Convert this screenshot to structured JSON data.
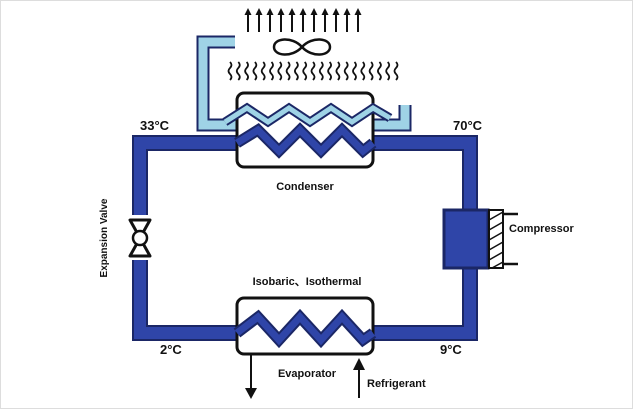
{
  "labels": {
    "temp_top_left": "33°C",
    "temp_top_right": "70°C",
    "temp_bottom_left": "2°C",
    "temp_bottom_right": "9°C",
    "condenser": "Condenser",
    "compressor": "Compressor",
    "expansion_valve": "Expansion Valve",
    "process_note": "Isobaric、Isothermal",
    "evaporator": "Evaporator",
    "refrigerant": "Refrigerant"
  },
  "colors": {
    "refrigerant_pipe": "#2f45a8",
    "pipe_outline": "#1b2766",
    "water_pipe": "#9fd3e6",
    "outline": "#111111",
    "background": "#ffffff"
  },
  "icons": {
    "fan": "fan-icon",
    "heat_waves": "heat-wave-icon",
    "air_arrows": "airflow-arrow-icon",
    "valve": "expansion-valve-icon",
    "piston": "piston-icon"
  }
}
